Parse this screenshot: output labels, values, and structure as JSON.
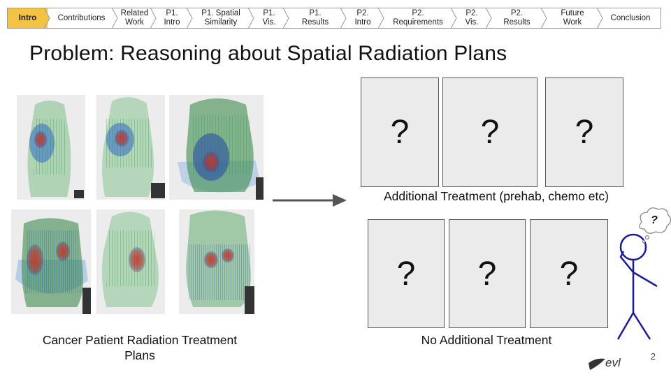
{
  "nav": {
    "items": [
      {
        "label": "Intro",
        "active": true
      },
      {
        "label": "Contributions"
      },
      {
        "label": "Related\nWork"
      },
      {
        "label": "P1.\nIntro"
      },
      {
        "label": "P1. Spatial\nSimilarity"
      },
      {
        "label": "P1.\nVis."
      },
      {
        "label": "P1.\nResults"
      },
      {
        "label": "P2.\nIntro"
      },
      {
        "label": "P2.\nRequirements"
      },
      {
        "label": "P2.\nVis."
      },
      {
        "label": "P2.\nResults"
      },
      {
        "label": "Future\nWork"
      },
      {
        "label": "Conclusion"
      }
    ],
    "active_color": "#f5c342"
  },
  "slide": {
    "title": "Problem: Reasoning about Spatial Radiation Plans",
    "left_caption": "Cancer Patient Radiation Treatment\nPlans",
    "top_caption": "Additional Treatment (prehab, chemo etc)",
    "bottom_caption": "No Additional Treatment",
    "question_mark": "?",
    "thought_mark": "?",
    "page_number": "2",
    "logo_text": "evl"
  }
}
